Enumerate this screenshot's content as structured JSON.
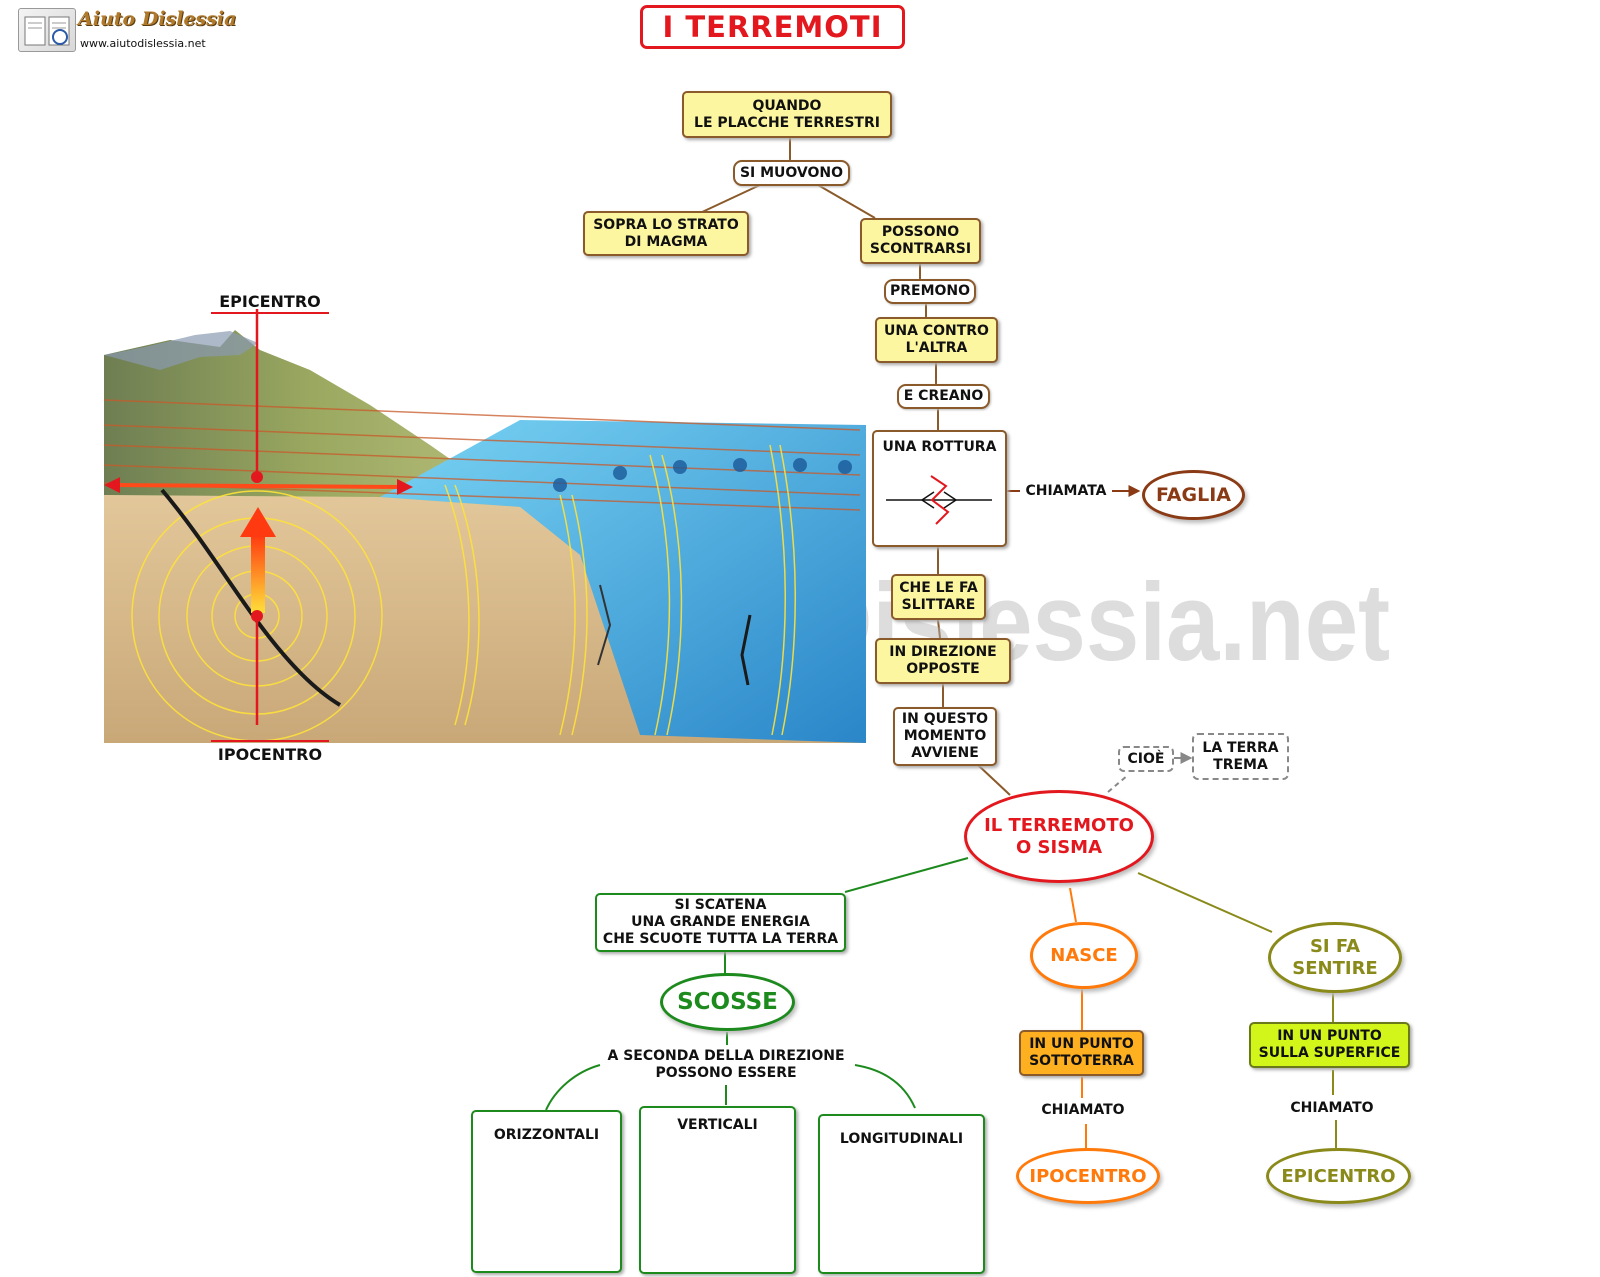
{
  "logo": {
    "name": "Aiuto Dislessia",
    "url": "www.aiutodislessia.net"
  },
  "title": "I TERREMOTI",
  "watermark": "By AiutoDislessia.net",
  "image_labels": {
    "top": "EPICENTRO",
    "bottom": "IPOCENTRO"
  },
  "nodes": {
    "quando": "QUANDO\nLE PLACCHE TERRESTRI",
    "si_muovono": "SI MUOVONO",
    "sopra_strato": "SOPRA LO STRATO\nDI MAGMA",
    "possono_scontrarsi": "POSSONO\nSCONTRARSI",
    "premono": "PREMONO",
    "una_contro": "UNA CONTRO\nL'ALTRA",
    "e_creano": "E CREANO",
    "una_rottura": "UNA ROTTURA",
    "chiamata": "CHIAMATA",
    "faglia": "FAGLIA",
    "che_le_fa": "CHE LE FA\nSLITTARE",
    "in_direzione": "IN DIREZIONE\nOPPOSTE",
    "in_questo": "IN QUESTO\nMOMENTO\nAVVIENE",
    "cioe": "CIOÈ",
    "la_terra": "LA TERRA\nTREMA",
    "terremoto": "IL TERREMOTO\nO SISMA",
    "si_scatena": "SI SCATENA\nUNA GRANDE ENERGIA\nCHE SCUOTE TUTTA LA TERRA",
    "scosse": "SCOSSE",
    "a_seconda": "A SECONDA DELLA DIREZIONE\nPOSSONO ESSERE",
    "orizzontali": "ORIZZONTALI",
    "verticali": "VERTICALI",
    "longitudinali": "LONGITUDINALI",
    "nasce": "NASCE",
    "in_punto_sotto": "IN UN PUNTO\nSOTTOTERRA",
    "chiamato_1": "CHIAMATO",
    "ipocentro": "IPOCENTRO",
    "si_fa": "SI FA\nSENTIRE",
    "in_punto_super": "IN UN PUNTO\nSULLA SUPERFICE",
    "chiamato_2": "CHIAMATO",
    "epicentro": "EPICENTRO"
  },
  "colors": {
    "red": "#e3181e",
    "brown": "#8a3a14",
    "green": "#1d8a1d",
    "orange": "#ff7a0a",
    "olive": "#8a8a1a",
    "yellow_fill": "#fcf6a0",
    "orange_fill": "#ffb020",
    "lime_fill": "#d2f51a"
  }
}
